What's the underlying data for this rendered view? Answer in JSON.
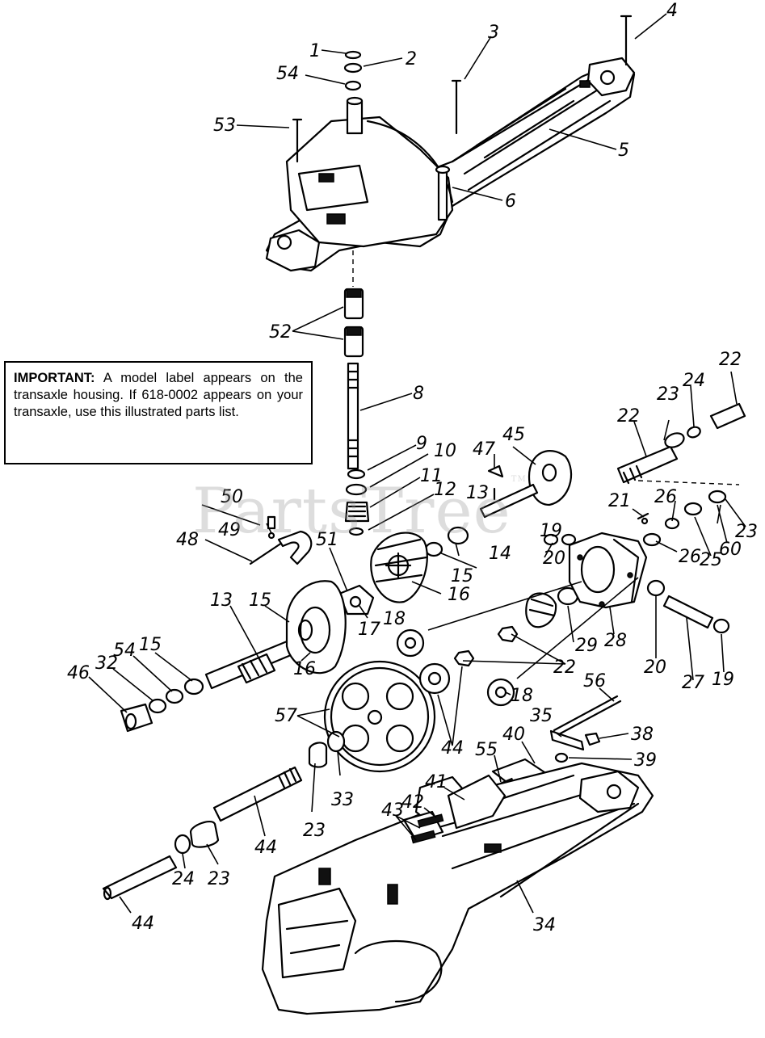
{
  "notice": {
    "lead": "IMPORTANT:",
    "body": " A model label appears on the transaxle housing. If 618-0002 appears on your transaxle, use this illustrated parts list."
  },
  "watermark": {
    "text": "PartsTree",
    "mark": "TM"
  },
  "callouts": [
    "1",
    "2",
    "54",
    "3",
    "4",
    "53",
    "5",
    "6",
    "52",
    "8",
    "9",
    "10",
    "11",
    "12",
    "47",
    "45",
    "22",
    "23",
    "24",
    "22",
    "50",
    "49",
    "48",
    "51",
    "13",
    "21",
    "26",
    "23",
    "19",
    "14",
    "15",
    "20",
    "60",
    "25",
    "26",
    "16",
    "13",
    "15",
    "17",
    "18",
    "16",
    "28",
    "29",
    "22",
    "20",
    "27",
    "19",
    "54",
    "15",
    "46",
    "32",
    "18",
    "57",
    "56",
    "35",
    "38",
    "44",
    "40",
    "39",
    "55",
    "33",
    "41",
    "42",
    "43",
    "23",
    "44",
    "24",
    "23",
    "44",
    "34"
  ]
}
